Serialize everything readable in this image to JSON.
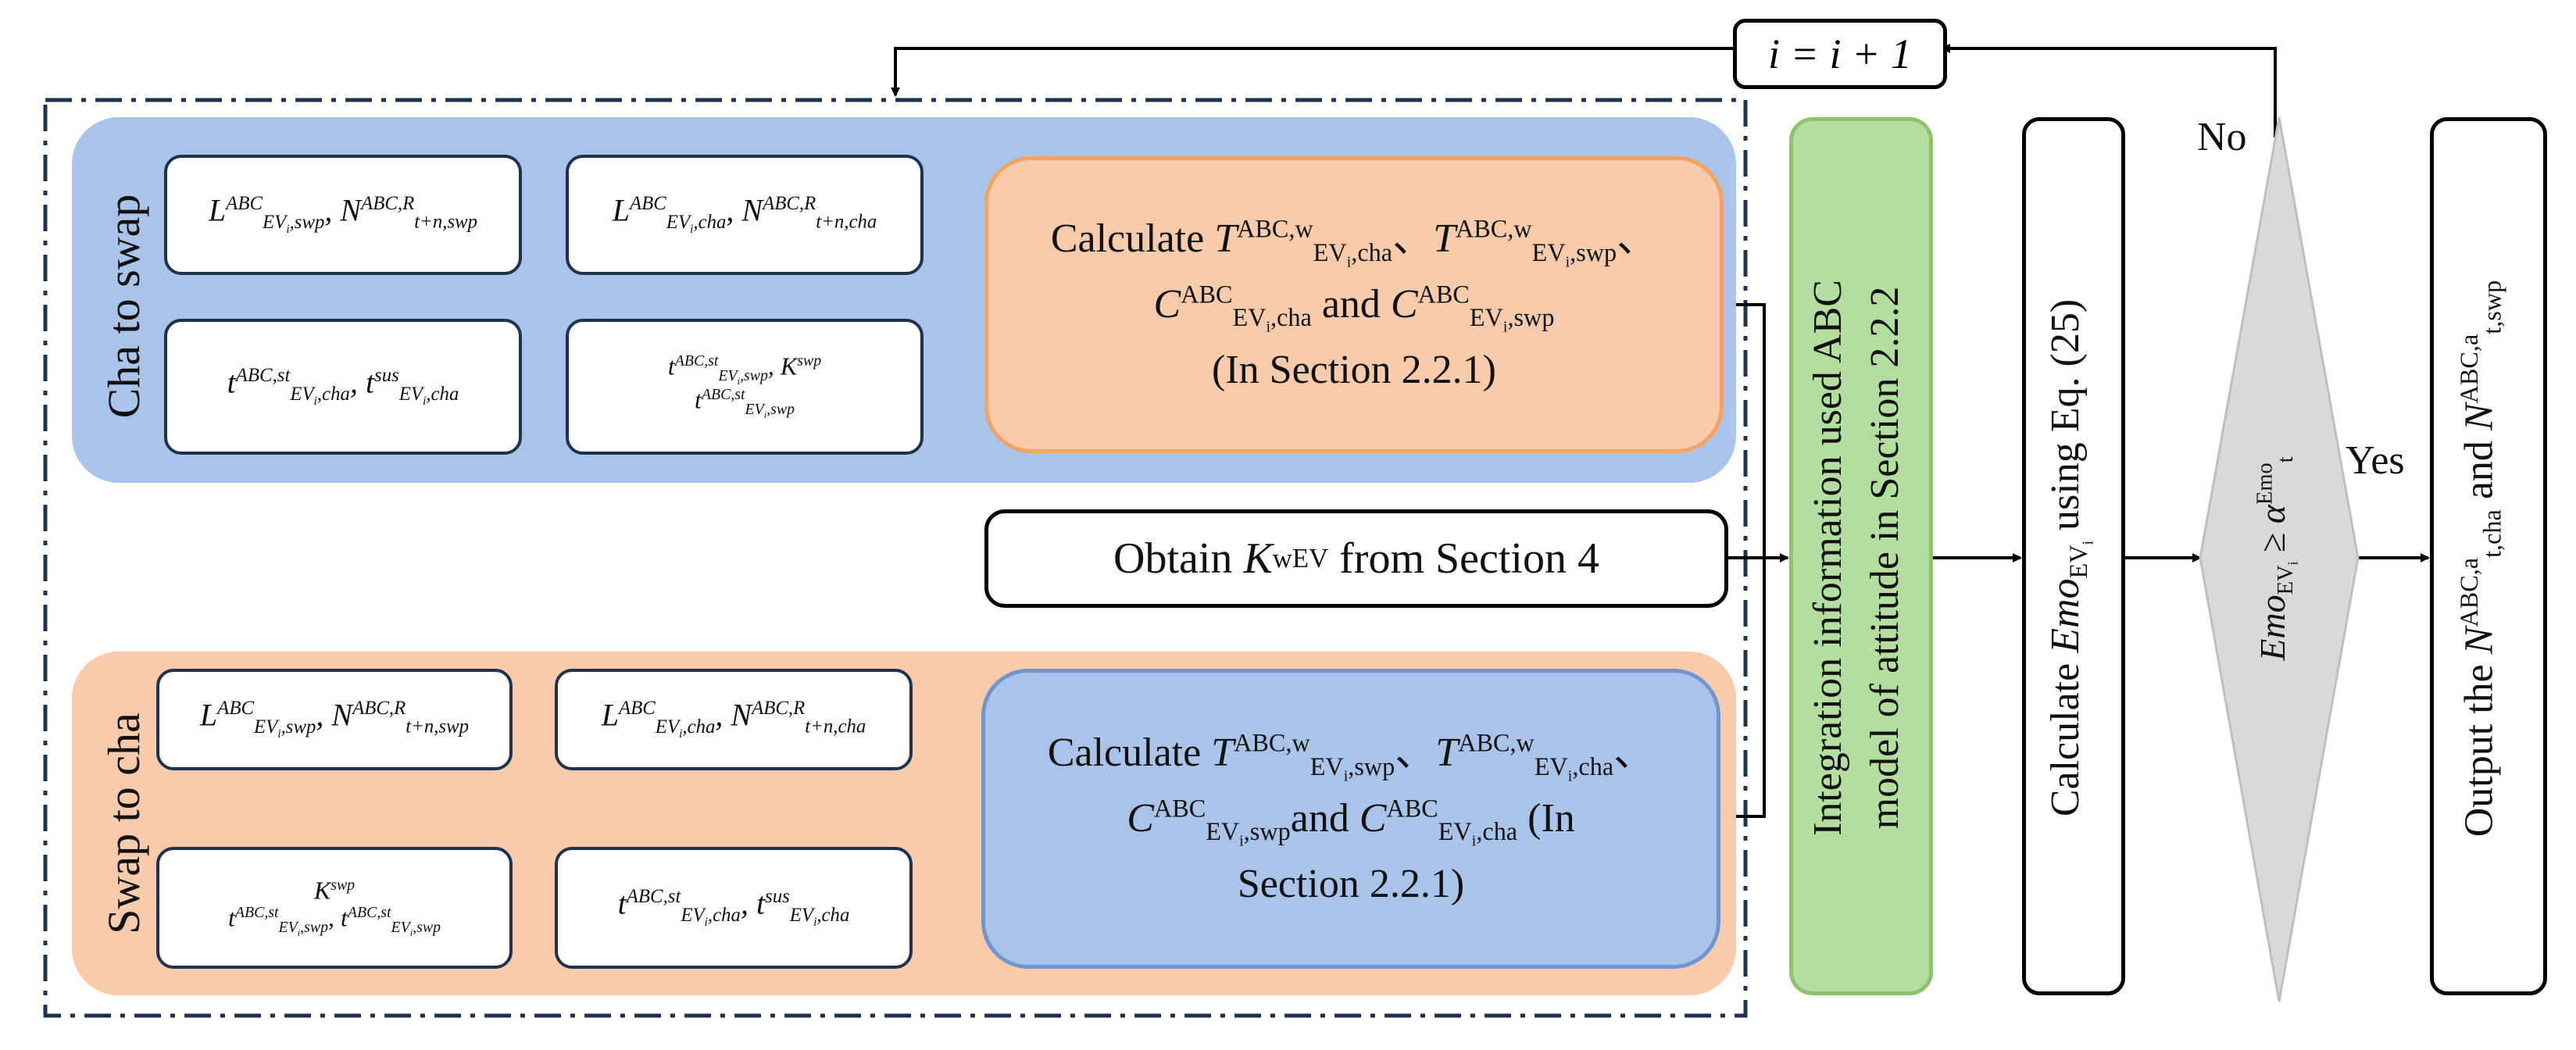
{
  "counter": {
    "text": "i = i + 1"
  },
  "top_band": {
    "title": "Cha to swap",
    "box1": "L EV i,swp ABC(hat) , N t+n,swp ABC(hat),R",
    "box2": "L EV i,cha ABC , N t+n,cha ABC,R",
    "box3": "t EV i,cha ABC,st , t EV i,cha sus",
    "box4": "t EV i,swp ABC(hat),st , K swp , t EV i,swp ABC(hat),st",
    "calc_line1_prefix": "Calculate",
    "calc_line2_and": "and",
    "calc_line3": "(In Section 2.2.1)"
  },
  "middle": {
    "obtain_prefix": "Obtain",
    "obtain_suffix": "from Section 4"
  },
  "bottom_band": {
    "title": "Swap to cha",
    "calc_line1_prefix": "Calculate",
    "calc_line2_and": "and",
    "calc_line2_in": "(In",
    "calc_line3": "Section 2.2.1)"
  },
  "integration": {
    "line1": "Integration information used ABC",
    "line2": "model of attitude in Section 2.2.2"
  },
  "emo_calc": {
    "prefix": "Calculate",
    "suffix": "using Eq. (25)"
  },
  "decision": {
    "no": "No",
    "yes": "Yes"
  },
  "output": {
    "prefix": "Output the",
    "and": "and"
  }
}
